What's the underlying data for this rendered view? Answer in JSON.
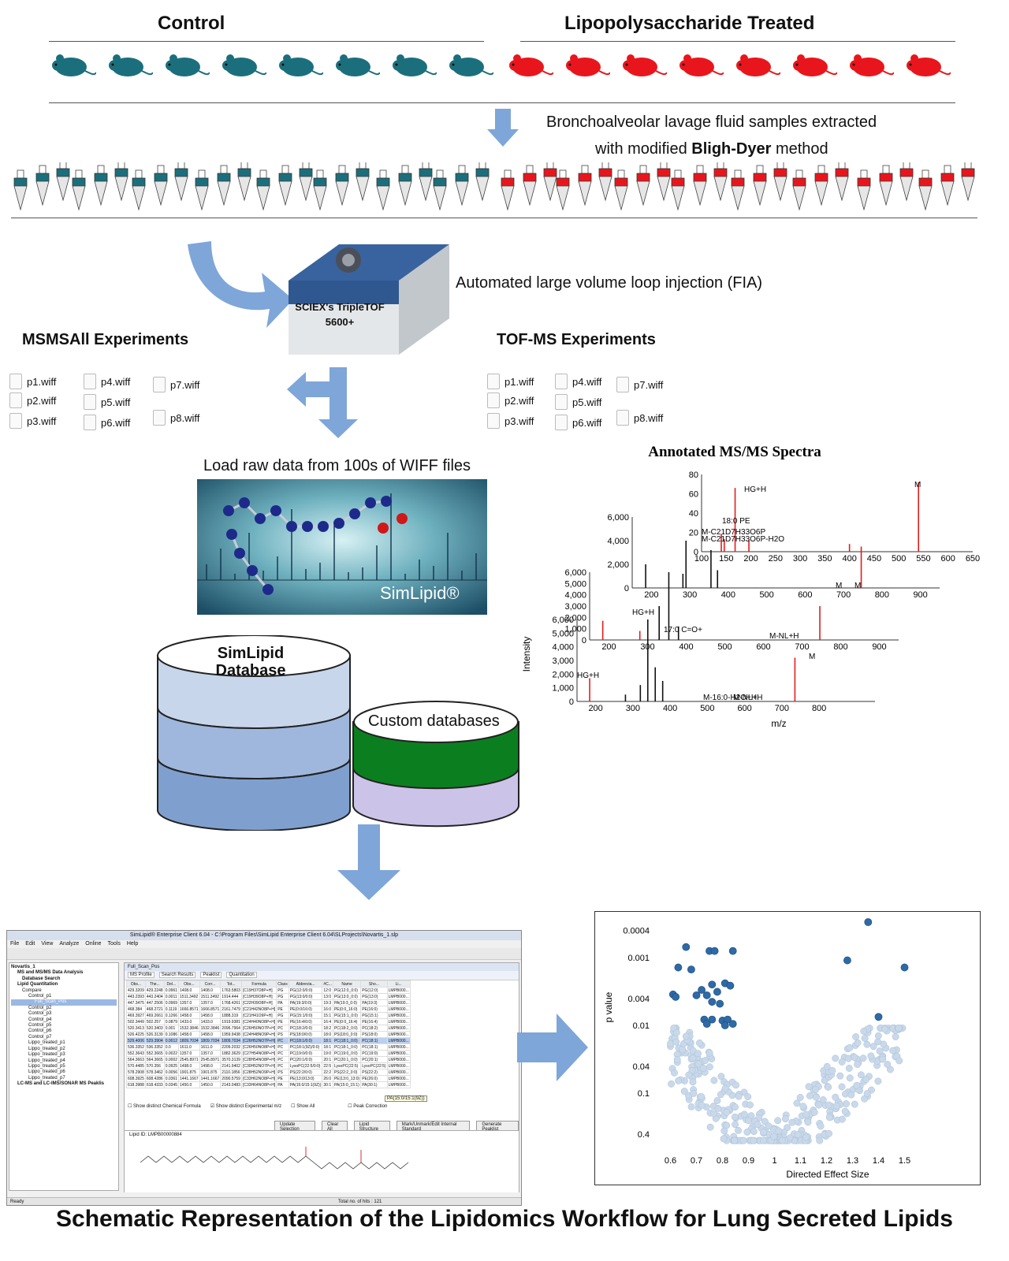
{
  "groups": {
    "control_label": "Control",
    "treated_label": "Lipopolysaccharide Treated",
    "control_color": "#1b6f7c",
    "treated_color": "#e8161c"
  },
  "steps": {
    "extraction_line1": "Bronchoalveolar lavage fluid samples extracted",
    "extraction_line2_prefix": "with modified ",
    "extraction_line2_bold": "Bligh-Dyer",
    "extraction_line2_suffix": " method",
    "injection": "Automated large volume loop injection (FIA)",
    "instrument_line1": "SCIEX's TripleTOF",
    "instrument_line2": "5600+",
    "msmsall": "MSMSAll Experiments",
    "tofms": "TOF-MS Experiments",
    "load": "Load raw data from 100s of WIFF files",
    "simlipid_logo": "SimLipid®"
  },
  "wiff_left": [
    "p1.wiff",
    "p2.wiff",
    "p3.wiff",
    "p4.wiff",
    "p5.wiff",
    "p6.wiff",
    "p7.wiff",
    "p8.wiff"
  ],
  "wiff_right": [
    "p1.wiff",
    "p2.wiff",
    "p3.wiff",
    "p4.wiff",
    "p5.wiff",
    "p6.wiff",
    "p7.wiff",
    "p8.wiff"
  ],
  "databases": {
    "simlipid_line1": "SimLipid",
    "simlipid_line2": "Database",
    "custom": "Custom databases"
  },
  "software": {
    "title": "SimLipid® Enterprise Client 6.04 - C:\\Program Files\\SimLipid Enterprise Client 6.04\\SLProjects\\Novartis_1.slp",
    "menu": [
      "File",
      "Edit",
      "View",
      "Analyze",
      "Online",
      "Tools",
      "Help"
    ],
    "tree": [
      "Novartis_1",
      "MS and MS/MS Data Analysis",
      "Database Search",
      "Lipid Quantitation",
      "Compare",
      "Control_p1",
      "Full_Scan_Pos",
      "Control_p2",
      "Control_p3",
      "Control_p4",
      "Control_p5",
      "Control_p6",
      "Control_p7",
      "Lippo_treated_p1",
      "Lippo_treated_p2",
      "Lippo_treated_p3",
      "Lippo_treated_p4",
      "Lippo_treated_p5",
      "Lippo_treated_p6",
      "Lippo_treated_p7",
      "LC-MS and LC-IMS/SONAR MS Peaklis"
    ],
    "panel_title": "Full_Scan_Pos",
    "tabs": [
      "MS Profile",
      "Search Results",
      "Peaklist",
      "Quantitation"
    ],
    "columns": [
      "Obs...",
      "The...",
      "Del...",
      "Obs...",
      "Corr...",
      "Tot...",
      "Formula",
      "Class",
      "Abbrevia...",
      "#C...",
      "Name",
      "Sho...",
      "Li..."
    ],
    "rows": [
      [
        "429.3209",
        "429.2248",
        "0.0961",
        "1408.0",
        "1408.0",
        "1763.5803",
        "[C19H37O8P+H]",
        "PG",
        "PG(12:0/0:0)",
        "12:0",
        "PG(12:0_0:0)",
        "PG(12:0)",
        "LMPB000..."
      ],
      [
        "443.2393",
        "443.2404",
        "0.0011",
        "1511.3492",
        "1511.3492",
        "1914.444",
        "[C19H39O8P+H]",
        "PG",
        "PG(13:0/0:0)",
        "13:0",
        "PG(13:0_0:0)",
        "PG(13:0)",
        "LMPB000..."
      ],
      [
        "447.3475",
        "447.2506",
        "0.0969",
        "1357.0",
        "1357.0",
        "1768.4261",
        "[C22H39O8P+H]",
        "PA",
        "PA(19:3/0:0)",
        "19:3",
        "PA(19:3_0:0)",
        "PA(19:3)",
        "LMPB000..."
      ],
      [
        "468.384",
        "468.2721",
        "0.1119",
        "1666.8571",
        "1666.8571",
        "2161.7479",
        "[C21H42NO8P+H]",
        "PE",
        "PE(0:0/16:0)",
        "16:0",
        "PE(0:0_16:0)",
        "PE(16:0)",
        "LMPB000..."
      ],
      [
        "469.3927",
        "469.2661",
        "0.1266",
        "1458.0",
        "1458.0",
        "1888.319",
        "[C21H41O9P+H]",
        "PG",
        "PG(15:1/0:0)",
        "15:1",
        "PG(15:1_0:0)",
        "PG(15:1)",
        "LMPB000..."
      ],
      [
        "502.3449",
        "502.257",
        "0.0879",
        "1433.0",
        "1433.0",
        "1919.9381",
        "[C24H40NO8P+H]",
        "PE",
        "PE(16:4/0:0)",
        "16:4",
        "PE(0:0_16:4)",
        "PE(16:4)",
        "LMPB000..."
      ],
      [
        "520.3413",
        "520.3403",
        "0.001",
        "1532.3846",
        "1532.3846",
        "2096.7964",
        "[C26H50NO7P+H]",
        "PC",
        "PC(18:2/0:0)",
        "18:2",
        "PC(18:2_0:0)",
        "PC(18:2)",
        "LMPB000..."
      ],
      [
        "526.4225",
        "526.3139",
        "0.1086",
        "1458.0",
        "1458.0",
        "1959.9438",
        "[C24H48NO9P+H]",
        "PS",
        "PS(18:0/0:0)",
        "18:0",
        "PS(18:0_0:0)",
        "PS(18:0)",
        "LMPB000..."
      ],
      [
        "529.4006",
        "529.3904",
        "0.0012",
        "1809.7034",
        "1809.7034",
        "1809.7034",
        "[C26H52NO7P+H]",
        "PC",
        "PC(18:1/0:0)",
        "18:1",
        "PC(18:1_0:0)",
        "PC(18:1)",
        "LMPB000..."
      ],
      [
        "536.3352",
        "536.3352",
        "0.0",
        "1611.0",
        "1611.0",
        "2209.2032",
        "[C26H50NO8P+H]",
        "PC",
        "PC(18:1(9Z)/0:0)",
        "18:1",
        "PC(18:1_0:0)",
        "PC(18:1)",
        "LMPB000..."
      ],
      [
        "552.3643",
        "552.3665",
        "0.0022",
        "1357.0",
        "1357.0",
        "1882.3629",
        "[C27H54NO8P+H]",
        "PC",
        "PC(19:0/0:0)",
        "19:0",
        "PC(19:0_0:0)",
        "PC(19:0)",
        "LMPB000..."
      ],
      [
        "564.3663",
        "564.3665",
        "0.0002",
        "2545.8971",
        "2545.8971",
        "3570.3139",
        "[C28H54NO8P+H]",
        "PC",
        "PC(20:1/0:0)",
        "20:1",
        "PC(20:1_0:0)",
        "PC(20:1)",
        "LMPB000..."
      ],
      [
        "570.4485",
        "570.356",
        "0.0925",
        "1498.0",
        "1498.0",
        "2141.9402",
        "[C30H52NO7P+H]",
        "PC",
        "LysoPC(22:5/0:0)",
        "22:5",
        "LysoPC(22:5)",
        "LysoPC(22:5)",
        "LMPB000..."
      ],
      [
        "578.2908",
        "578.3462",
        "0.0056",
        "1901.875",
        "1901.875",
        "2110.1856",
        "[C28H52NO9P+H]",
        "PS",
        "PS(22:2/0:0)",
        "22:2",
        "PS(22:2_0:0)",
        "PS(22:2)",
        "LMPB000..."
      ],
      [
        "608.3925",
        "608.4286",
        "0.0361",
        "1441.1667",
        "1441.1667",
        "2090.5759",
        "[C33H62NO8P+H]",
        "PE",
        "PE(13:0/13:0)",
        "26:0",
        "PE(13:0_13:0)",
        "PE(26:0)",
        "LMPB000..."
      ],
      [
        "618.3988",
        "618.4333",
        "0.0345",
        "1450.0",
        "1450.0",
        "2143.0483",
        "[C33H64NO8P+H]",
        "PA",
        "PA(15:0/15:1(9Z))",
        "30:1",
        "PA(15:0_15:1)",
        "PA(30:1)",
        "LMPB000..."
      ]
    ],
    "checkbox1": "Show distinct Chemical Formula",
    "checkbox2": "Show distinct Experimental m/z",
    "checkbox3": "Show All",
    "checkbox4": "Peak Correction",
    "tooltip": "PA(15:0/15:1(9Z))",
    "buttons": [
      "Update Selection",
      "Clear All",
      "Lipid Structure",
      "Mark/Unmark/Edit Internal Standard",
      "Generate Peaklist"
    ],
    "lipid_id": "Lipid ID: LMPB00000884",
    "status_left": "Ready",
    "status_right": "Total no. of hits : 121"
  },
  "chart_data": [
    {
      "type": "bar",
      "title": "Annotated MS/MS Spectra",
      "xlabel": "m/z",
      "ylabel": "Intensity",
      "panels": [
        {
          "xlim": [
            100,
            650
          ],
          "ylim": [
            0,
            80
          ],
          "xticks": [
            100,
            150,
            200,
            250,
            300,
            350,
            400,
            450,
            500,
            550,
            600,
            650
          ],
          "yticks": [
            0,
            20,
            40,
            60,
            80
          ],
          "peaks": [
            {
              "x": 140,
              "y": 18,
              "color": "red"
            },
            {
              "x": 146,
              "y": 13,
              "color": "red"
            },
            {
              "x": 168,
              "y": 66,
              "color": "red"
            },
            {
              "x": 196,
              "y": 12,
              "color": "red"
            },
            {
              "x": 400,
              "y": 8,
              "color": "red"
            },
            {
              "x": 540,
              "y": 72,
              "color": "red"
            }
          ],
          "annotations": [
            "HG+H",
            "18:0 PE",
            "M-C21D7H33O6P",
            "M-C21D7H33O6P-H2O",
            "M"
          ]
        },
        {
          "xlim": [
            150,
            950
          ],
          "ylim": [
            0,
            6000
          ],
          "xticks": [
            200,
            300,
            400,
            500,
            600,
            700,
            800,
            900
          ],
          "yticks": [
            0,
            2000,
            4000,
            6000
          ],
          "peaks": [
            {
              "x": 185,
              "y": 2000,
              "color": "black"
            },
            {
              "x": 282,
              "y": 1200,
              "color": "black"
            },
            {
              "x": 290,
              "y": 4000,
              "color": "black"
            },
            {
              "x": 355,
              "y": 3200,
              "color": "black"
            },
            {
              "x": 372,
              "y": 1500,
              "color": "black"
            },
            {
              "x": 746,
              "y": 3500,
              "color": "red"
            }
          ],
          "annotations": [
            "M"
          ]
        },
        {
          "xlim": [
            150,
            950
          ],
          "ylim": [
            0,
            6000
          ],
          "xticks": [
            200,
            300,
            400,
            500,
            600,
            700,
            800,
            900
          ],
          "yticks": [
            0,
            1000,
            2000,
            3000,
            4000,
            5000,
            6000
          ],
          "peaks": [
            {
              "x": 184,
              "y": 1700,
              "color": "red"
            },
            {
              "x": 280,
              "y": 800,
              "color": "red"
            },
            {
              "x": 330,
              "y": 3000,
              "color": "black"
            },
            {
              "x": 355,
              "y": 6500,
              "color": "black"
            },
            {
              "x": 380,
              "y": 1200,
              "color": "black"
            },
            {
              "x": 746,
              "y": 3000,
              "color": "red"
            }
          ],
          "annotations": [
            "HG+H",
            "17:0 C=O+",
            "M-NL+H",
            "M"
          ]
        },
        {
          "xlim": [
            150,
            950
          ],
          "ylim": [
            0,
            6000
          ],
          "xticks": [
            200,
            300,
            400,
            500,
            600,
            700,
            800
          ],
          "yticks": [
            0,
            1000,
            2000,
            3000,
            4000,
            5000,
            6000
          ],
          "peaks": [
            {
              "x": 184,
              "y": 1700,
              "color": "red"
            },
            {
              "x": 280,
              "y": 500,
              "color": "black"
            },
            {
              "x": 320,
              "y": 1200,
              "color": "black"
            },
            {
              "x": 340,
              "y": 6500,
              "color": "black"
            },
            {
              "x": 360,
              "y": 2500,
              "color": "black"
            },
            {
              "x": 380,
              "y": 1500,
              "color": "black"
            },
            {
              "x": 735,
              "y": 3200,
              "color": "red"
            }
          ],
          "annotations": [
            "HG+H",
            "M-16:0-H2O+H",
            "M-NL+H",
            "M"
          ]
        }
      ]
    },
    {
      "type": "scatter",
      "title": "",
      "xlabel": "Directed Effect Size",
      "ylabel": "p value",
      "xlim": [
        0.55,
        1.55
      ],
      "xticks": [
        0.6,
        0.7,
        0.8,
        0.9,
        1,
        1.1,
        1.2,
        1.3,
        1.4,
        1.5
      ],
      "yticks": [
        "0.0004",
        "0.001",
        "0.004",
        "0.01",
        "0.04",
        "0.1",
        "0.4"
      ],
      "significant_color": "#2e6aa6",
      "nonsignificant_color": "#c9d9ea",
      "significant_points": [
        [
          0.66,
          0.0007
        ],
        [
          0.63,
          0.0014
        ],
        [
          0.68,
          0.0015
        ],
        [
          0.75,
          0.0008
        ],
        [
          0.77,
          0.0008
        ],
        [
          0.84,
          0.0008
        ],
        [
          0.61,
          0.0035
        ],
        [
          0.62,
          0.0038
        ],
        [
          0.7,
          0.0036
        ],
        [
          0.72,
          0.003
        ],
        [
          0.74,
          0.0036
        ],
        [
          0.76,
          0.0025
        ],
        [
          0.78,
          0.0032
        ],
        [
          0.81,
          0.0024
        ],
        [
          0.83,
          0.0026
        ],
        [
          0.76,
          0.0045
        ],
        [
          0.79,
          0.0048
        ],
        [
          0.73,
          0.0082
        ],
        [
          0.74,
          0.0095
        ],
        [
          0.76,
          0.0082
        ],
        [
          0.8,
          0.0085
        ],
        [
          0.82,
          0.0082
        ],
        [
          0.84,
          0.0095
        ],
        [
          0.81,
          0.01
        ],
        [
          1.36,
          0.0003
        ],
        [
          1.5,
          0.0014
        ],
        [
          1.28,
          0.0011
        ],
        [
          1.4,
          0.0075
        ]
      ]
    }
  ]
}
